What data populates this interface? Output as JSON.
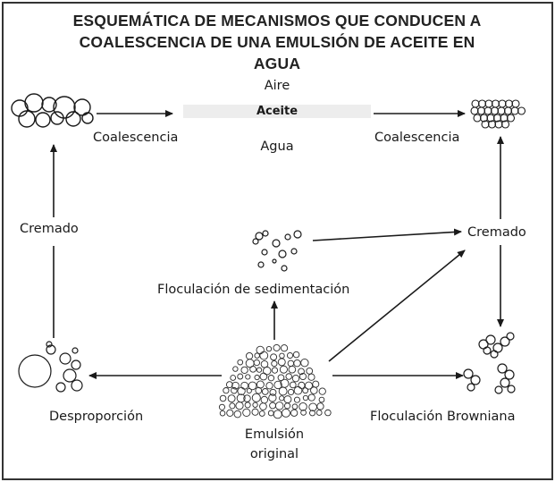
{
  "title": {
    "line1": "ESQUEMÁTICA DE MECANISMOS QUE CONDUCEN A",
    "line2": "COALESCENCIA DE UNA EMULSIÓN DE ACEITE EN",
    "line3": "AGUA"
  },
  "layers": {
    "air": "Aire",
    "oil": "Aceite",
    "water": "Agua"
  },
  "nodes": {
    "coalescence_left": "Coalescencia",
    "coalescence_right": "Coalescencia",
    "creaming_left": "Cremado",
    "creaming_right": "Cremado",
    "sedimentation_flocculation": "Floculación de sedimentación",
    "disproportionation": "Desproporción",
    "brownian_flocculation": "Floculación Browniana",
    "original_emulsion_line1": "Emulsión",
    "original_emulsion_line2": "original"
  },
  "colors": {
    "line": "#1a1a1a",
    "border": "#333333"
  }
}
